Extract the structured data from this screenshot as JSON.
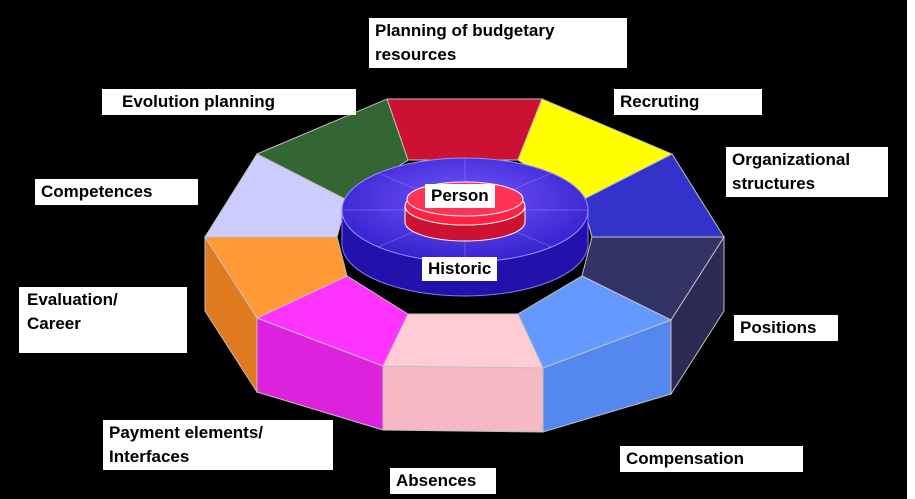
{
  "diagram": {
    "center": {
      "top_label": "Person",
      "ring_label": "Historic"
    },
    "colors": {
      "background": "#000000",
      "person_disc": "#ff2244",
      "inner_ring": "#3322cc",
      "segments": {
        "planning_budget": "#cc1133",
        "recruting": "#ffff00",
        "organizational": "#3333cc",
        "positions": "#333366",
        "compensation": "#6699ff",
        "absences": "#ffccd5",
        "payment": "#ff33ff",
        "evaluation": "#ff9933",
        "competences": "#ccccff",
        "evolution": "#336633"
      }
    },
    "labels": {
      "planning_budget": [
        "Planning of budgetary",
        "resources"
      ],
      "evolution": "Evolution planning",
      "recruting": "Recruting",
      "organizational": [
        "Organizational",
        "structures"
      ],
      "competences": "Competences",
      "evaluation": [
        "Evaluation/",
        "Career"
      ],
      "positions": "Positions",
      "payment": [
        "Payment elements/",
        "Interfaces"
      ],
      "compensation": "Compensation",
      "absences": "Absences"
    }
  }
}
